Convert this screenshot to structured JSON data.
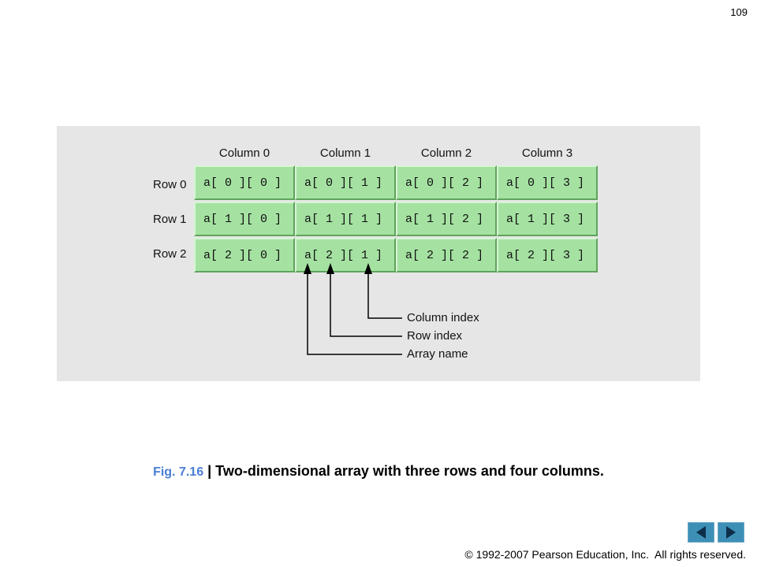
{
  "page_number": "109",
  "diagram": {
    "column_headers": [
      "Column 0",
      "Column 1",
      "Column 2",
      "Column 3"
    ],
    "row_labels": [
      "Row 0",
      "Row 1",
      "Row 2"
    ],
    "cells": [
      [
        "a[ 0 ][ 0 ]",
        "a[ 0 ][ 1 ]",
        "a[ 0 ][ 2 ]",
        "a[ 0 ][ 3 ]"
      ],
      [
        "a[ 1 ][ 0 ]",
        "a[ 1 ][ 1 ]",
        "a[ 1 ][ 2 ]",
        "a[ 1 ][ 3 ]"
      ],
      [
        "a[ 2 ][ 0 ]",
        "a[ 2 ][ 1 ]",
        "a[ 2 ][ 2 ]",
        "a[ 2 ][ 3 ]"
      ]
    ],
    "pointer_labels": [
      "Column index",
      "Row index",
      "Array name"
    ],
    "colors": {
      "cell_fill": "#a5e2a2",
      "panel_bg": "#e6e6e6"
    }
  },
  "caption": {
    "figure_number": "Fig. 7.16",
    "separator": "|",
    "text": "Two-dimensional array with three rows and four columns."
  },
  "navigation": {
    "prev_icon": "triangle-left-icon",
    "next_icon": "triangle-right-icon"
  },
  "footer": {
    "copyright_symbol": "©",
    "copyright": "1992-2007 Pearson Education, Inc.  All rights reserved."
  }
}
